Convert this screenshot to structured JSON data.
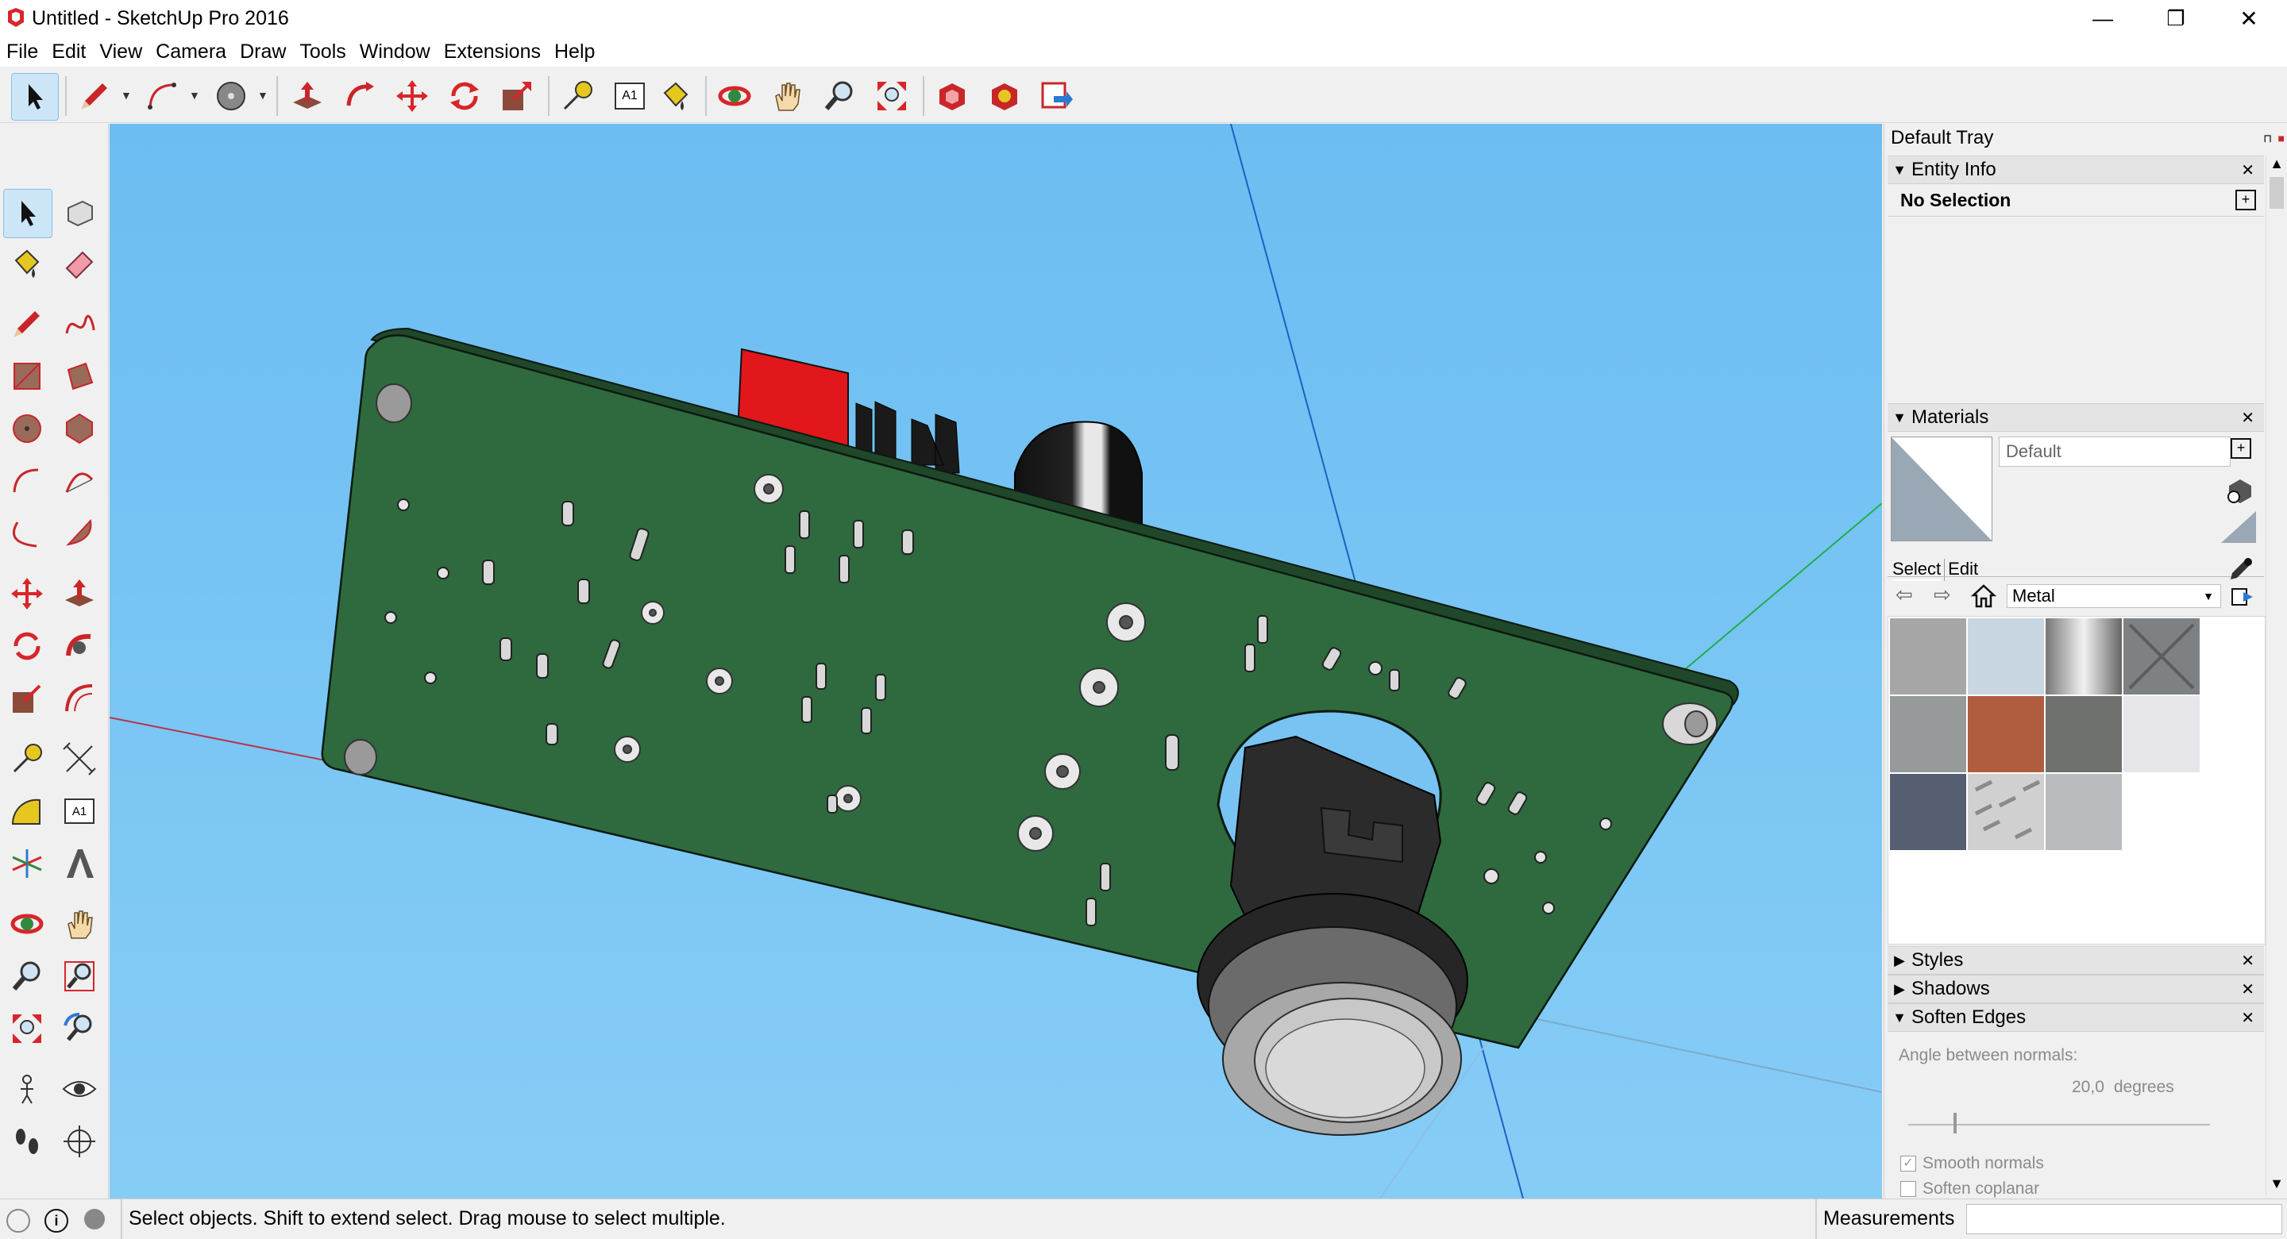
{
  "window": {
    "title": "Untitled - SketchUp Pro 2016",
    "minimize": "—",
    "maximize": "❐",
    "close": "✕"
  },
  "menu": [
    "File",
    "Edit",
    "View",
    "Camera",
    "Draw",
    "Tools",
    "Window",
    "Extensions",
    "Help"
  ],
  "toolbar": {
    "text_tool_label": "A1"
  },
  "leftbar": {
    "dimension_label": "A1"
  },
  "tray": {
    "title": "Default Tray",
    "entity_info": {
      "header": "Entity Info",
      "selection": "No Selection"
    },
    "materials": {
      "header": "Materials",
      "material_name": "Default",
      "tab_select": "Select",
      "tab_edit": "Edit",
      "library": "Metal",
      "swatch_colors": [
        "#a6a6a6",
        "#c8d6e2",
        "#bcbcbc",
        "#7e8184",
        "#979a9a",
        "#b05c3f",
        "#6f716e",
        "#e6e6ea",
        "#565e72",
        "#d0d0d0",
        "#b8bcbe"
      ]
    },
    "styles": {
      "header": "Styles"
    },
    "shadows": {
      "header": "Shadows"
    },
    "soften": {
      "header": "Soften Edges",
      "angle_label": "Angle between normals:",
      "angle_value": "20,0",
      "angle_unit": "degrees",
      "angle_fraction": 0.15,
      "smooth_normals": "Smooth normals",
      "soften_coplanar": "Soften coplanar"
    }
  },
  "status": {
    "message": "Select objects. Shift to extend select. Drag mouse to select multiple.",
    "measurements_label": "Measurements",
    "measurements_value": ""
  },
  "colors": {
    "viewport_sky": "#76c2f3",
    "board": "#2e6a3e",
    "red_part": "#e2171b"
  }
}
